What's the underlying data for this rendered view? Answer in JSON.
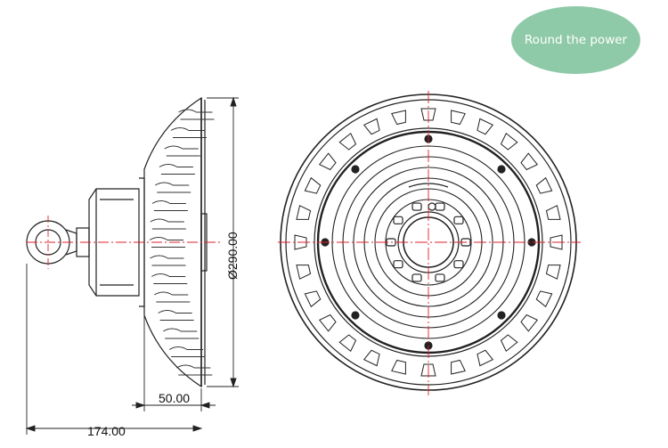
{
  "badge": {
    "label": "Round the power"
  },
  "dimensions": {
    "diameter": "Ø290.00",
    "depth": "50.00",
    "overall_length": "174.00"
  },
  "colors": {
    "badge": "#8fcaa8",
    "centerline": "#e0202a",
    "line": "#222222"
  },
  "front_view": {
    "bolt_holes": 8,
    "vent_slots": 28,
    "rings": 6
  }
}
